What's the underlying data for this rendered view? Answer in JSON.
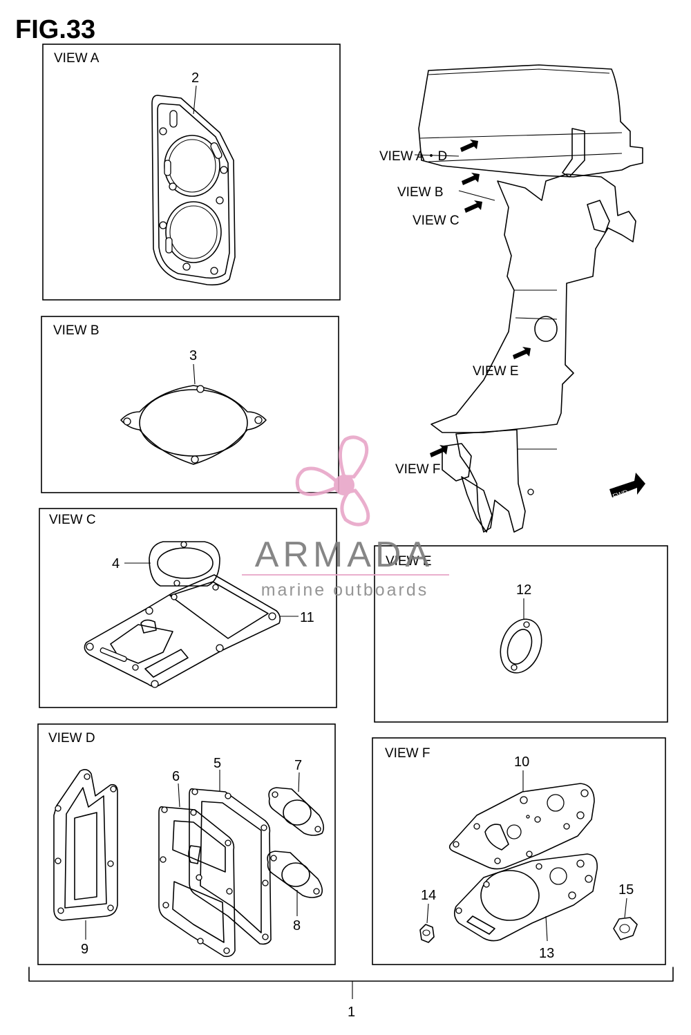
{
  "figure": {
    "title": "FIG.33"
  },
  "views": {
    "a": "VIEW A",
    "b": "VIEW B",
    "c": "VIEW C",
    "d": "VIEW D",
    "e": "VIEW E",
    "f": "VIEW F"
  },
  "engine_labels": {
    "ad": "VIEW A・D",
    "b": "VIEW B",
    "c": "VIEW C",
    "e": "VIEW E",
    "f": "VIEW F",
    "fwd": "FWD"
  },
  "part_numbers": {
    "p1": "1",
    "p2": "2",
    "p3": "3",
    "p4": "4",
    "p5": "5",
    "p6": "6",
    "p7": "7",
    "p8": "8",
    "p9": "9",
    "p10": "10",
    "p11": "11",
    "p12": "12",
    "p13": "13",
    "p14": "14",
    "p15": "15"
  },
  "watermark": {
    "brand": "ARMADA",
    "tagline": "marine outboards",
    "color": "#e8a6c8"
  }
}
